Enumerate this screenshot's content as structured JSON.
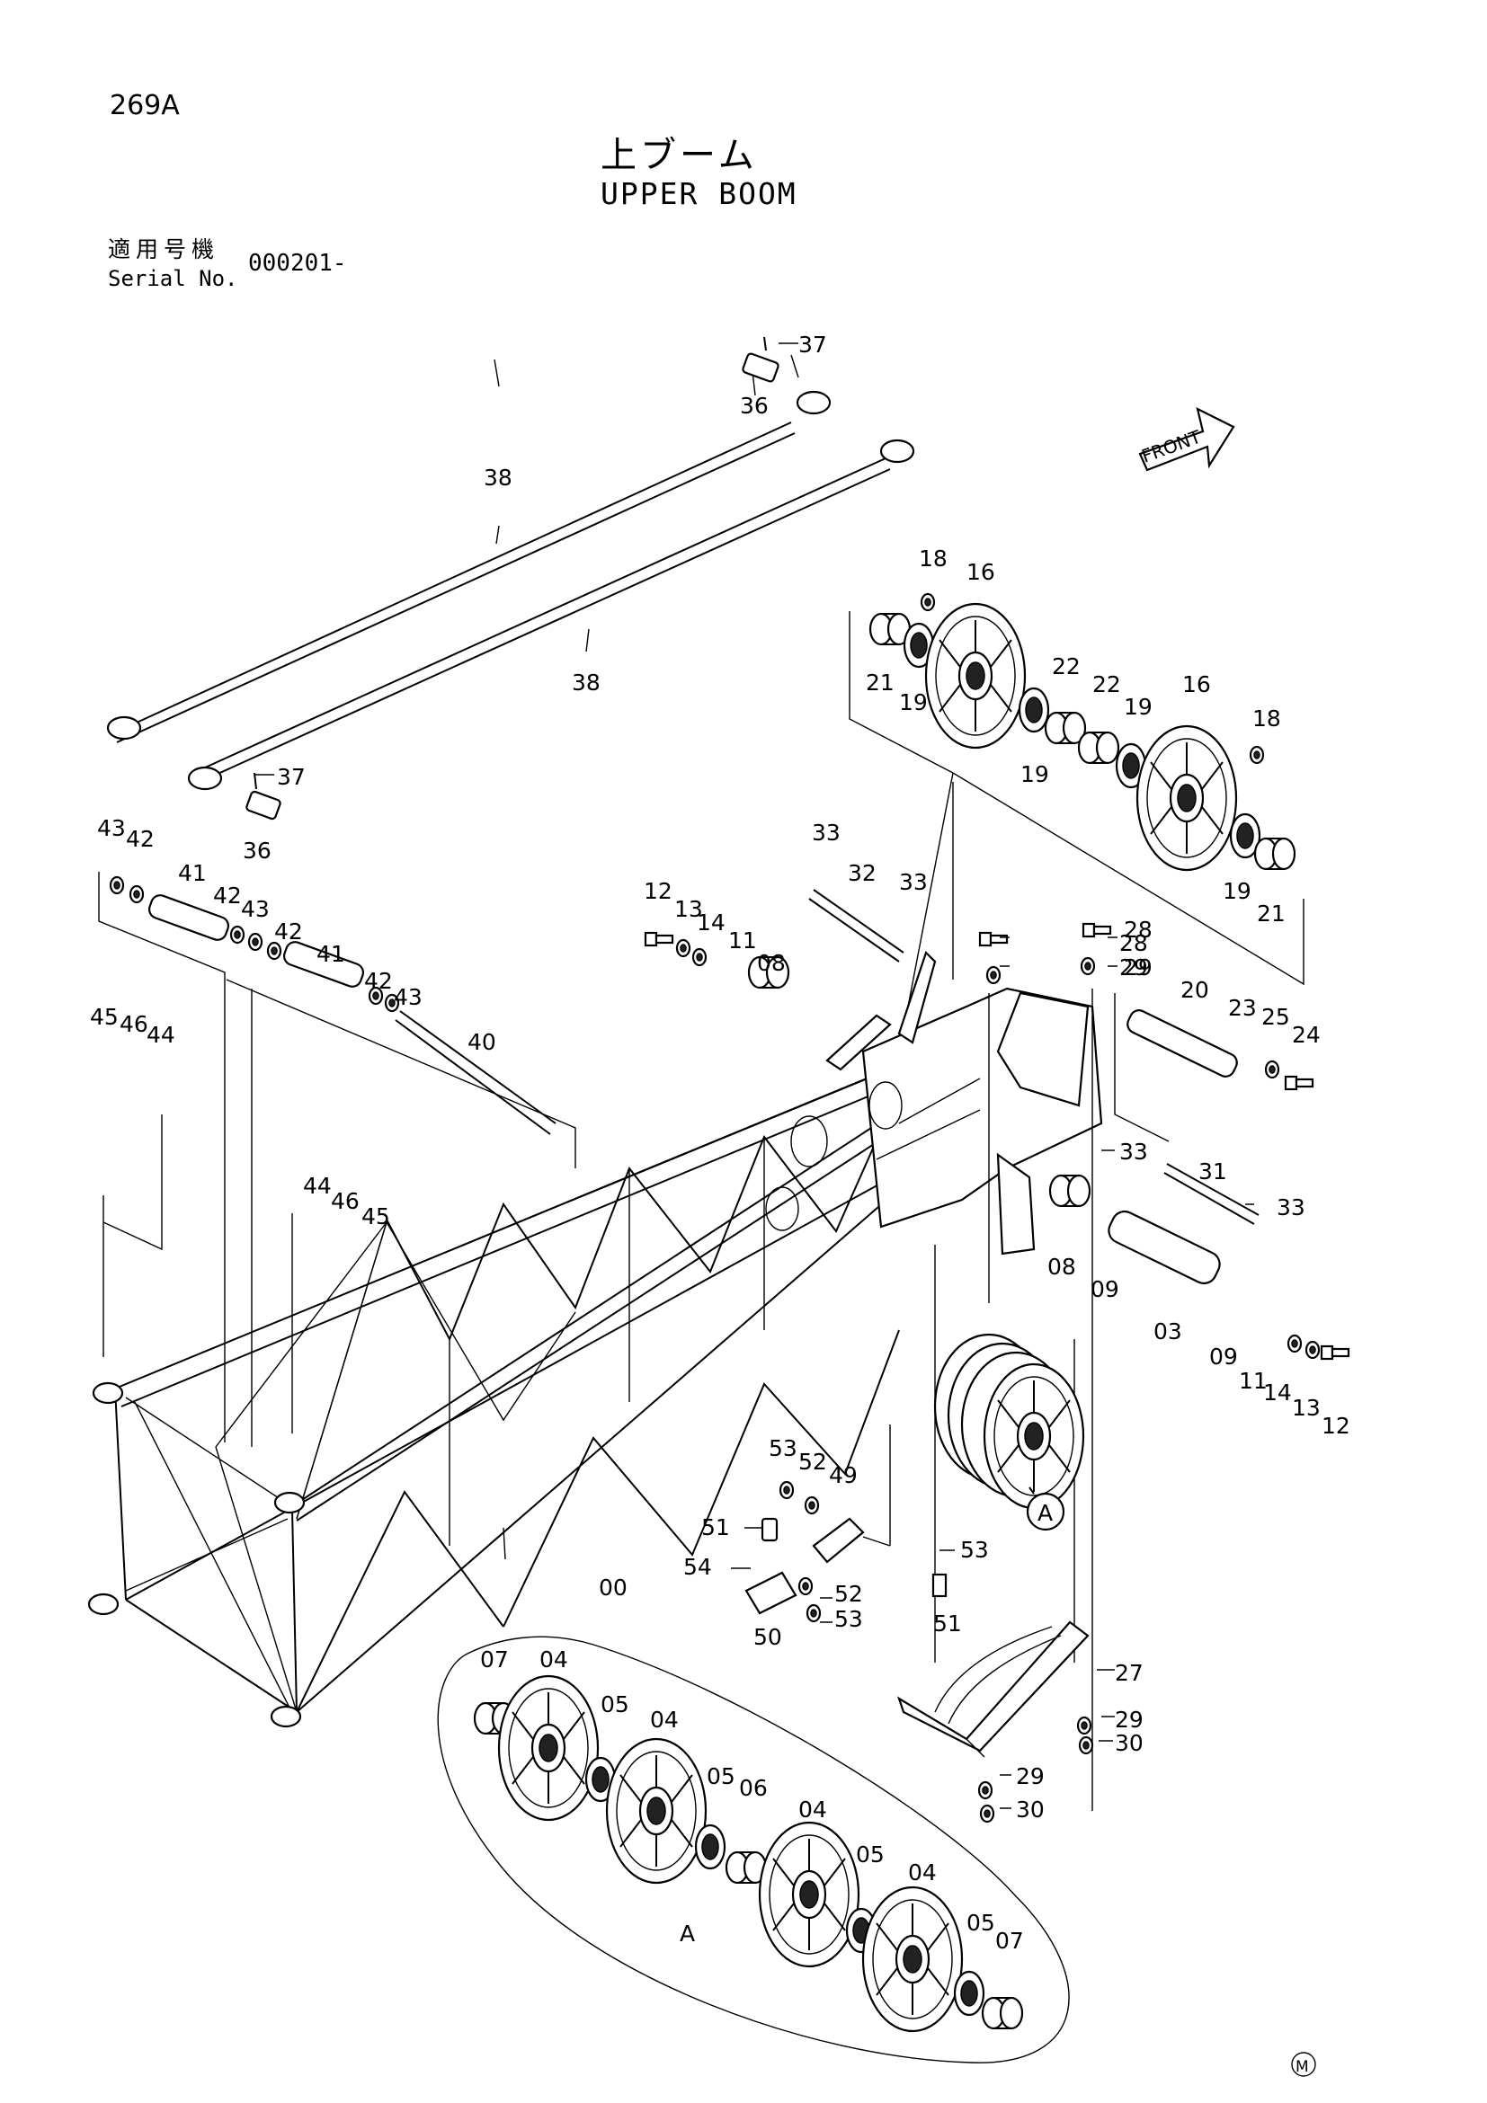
{
  "header": {
    "page_code": "269A",
    "title_jp": "上ブーム",
    "title_en": "UPPER BOOM",
    "serial_label_jp": "適用号機",
    "serial_label_en": "Serial No.",
    "serial_value": "000201-"
  },
  "labels": {
    "front": "FRONT",
    "mark_m": "M",
    "detail_a": "A"
  },
  "callouts": [
    {
      "id": "c37a",
      "text": "37"
    },
    {
      "id": "c36a",
      "text": "36"
    },
    {
      "id": "c38a",
      "text": "38"
    },
    {
      "id": "c38b",
      "text": "38"
    },
    {
      "id": "c37b",
      "text": "37"
    },
    {
      "id": "c36b",
      "text": "36"
    },
    {
      "id": "c43a",
      "text": "43"
    },
    {
      "id": "c42a",
      "text": "42"
    },
    {
      "id": "c41a",
      "text": "41"
    },
    {
      "id": "c42b",
      "text": "42"
    },
    {
      "id": "c43b",
      "text": "43"
    },
    {
      "id": "c42c",
      "text": "42"
    },
    {
      "id": "c41b",
      "text": "41"
    },
    {
      "id": "c42d",
      "text": "42"
    },
    {
      "id": "c43c",
      "text": "43"
    },
    {
      "id": "c40",
      "text": "40"
    },
    {
      "id": "c45a",
      "text": "45"
    },
    {
      "id": "c46a",
      "text": "46"
    },
    {
      "id": "c44a",
      "text": "44"
    },
    {
      "id": "c44b",
      "text": "44"
    },
    {
      "id": "c46b",
      "text": "46"
    },
    {
      "id": "c45b",
      "text": "45"
    },
    {
      "id": "c12a",
      "text": "12"
    },
    {
      "id": "c13a",
      "text": "13"
    },
    {
      "id": "c14a",
      "text": "14"
    },
    {
      "id": "c11a",
      "text": "11"
    },
    {
      "id": "c08a",
      "text": "08"
    },
    {
      "id": "c33a",
      "text": "33"
    },
    {
      "id": "c32",
      "text": "32"
    },
    {
      "id": "c33b",
      "text": "33"
    },
    {
      "id": "c18a",
      "text": "18"
    },
    {
      "id": "c16a",
      "text": "16"
    },
    {
      "id": "c21a",
      "text": "21"
    },
    {
      "id": "c19a",
      "text": "19"
    },
    {
      "id": "c22a",
      "text": "22"
    },
    {
      "id": "c22b",
      "text": "22"
    },
    {
      "id": "c19b",
      "text": "19"
    },
    {
      "id": "c19c",
      "text": "19"
    },
    {
      "id": "c16b",
      "text": "16"
    },
    {
      "id": "c18b",
      "text": "18"
    },
    {
      "id": "c19d",
      "text": "19"
    },
    {
      "id": "c21b",
      "text": "21"
    },
    {
      "id": "c28a",
      "text": "28"
    },
    {
      "id": "c28b",
      "text": "28"
    },
    {
      "id": "c29a",
      "text": "29"
    },
    {
      "id": "c29b",
      "text": "29"
    },
    {
      "id": "c20",
      "text": "20"
    },
    {
      "id": "c23",
      "text": "23"
    },
    {
      "id": "c25",
      "text": "25"
    },
    {
      "id": "c24",
      "text": "24"
    },
    {
      "id": "c33c",
      "text": "33"
    },
    {
      "id": "c31",
      "text": "31"
    },
    {
      "id": "c33d",
      "text": "33"
    },
    {
      "id": "c08b",
      "text": "08"
    },
    {
      "id": "c09a",
      "text": "09"
    },
    {
      "id": "c03",
      "text": "03"
    },
    {
      "id": "c09b",
      "text": "09"
    },
    {
      "id": "c11b",
      "text": "11"
    },
    {
      "id": "c14b",
      "text": "14"
    },
    {
      "id": "c13b",
      "text": "13"
    },
    {
      "id": "c12b",
      "text": "12"
    },
    {
      "id": "c00",
      "text": "00"
    },
    {
      "id": "c53a",
      "text": "53"
    },
    {
      "id": "c52a",
      "text": "52"
    },
    {
      "id": "c49",
      "text": "49"
    },
    {
      "id": "c51a",
      "text": "51"
    },
    {
      "id": "c54",
      "text": "54"
    },
    {
      "id": "c52b",
      "text": "52"
    },
    {
      "id": "c53b",
      "text": "53"
    },
    {
      "id": "c50",
      "text": "50"
    },
    {
      "id": "c53c",
      "text": "53"
    },
    {
      "id": "c51b",
      "text": "51"
    },
    {
      "id": "c27",
      "text": "27"
    },
    {
      "id": "c29c",
      "text": "29"
    },
    {
      "id": "c30a",
      "text": "30"
    },
    {
      "id": "c29d",
      "text": "29"
    },
    {
      "id": "c30b",
      "text": "30"
    },
    {
      "id": "c07a",
      "text": "07"
    },
    {
      "id": "c04a",
      "text": "04"
    },
    {
      "id": "c05a",
      "text": "05"
    },
    {
      "id": "c04b",
      "text": "04"
    },
    {
      "id": "c05b",
      "text": "05"
    },
    {
      "id": "c06",
      "text": "06"
    },
    {
      "id": "c04c",
      "text": "04"
    },
    {
      "id": "c05c",
      "text": "05"
    },
    {
      "id": "c04d",
      "text": "04"
    },
    {
      "id": "c05d",
      "text": "05"
    },
    {
      "id": "c07b",
      "text": "07"
    },
    {
      "id": "cA",
      "text": "A"
    }
  ]
}
